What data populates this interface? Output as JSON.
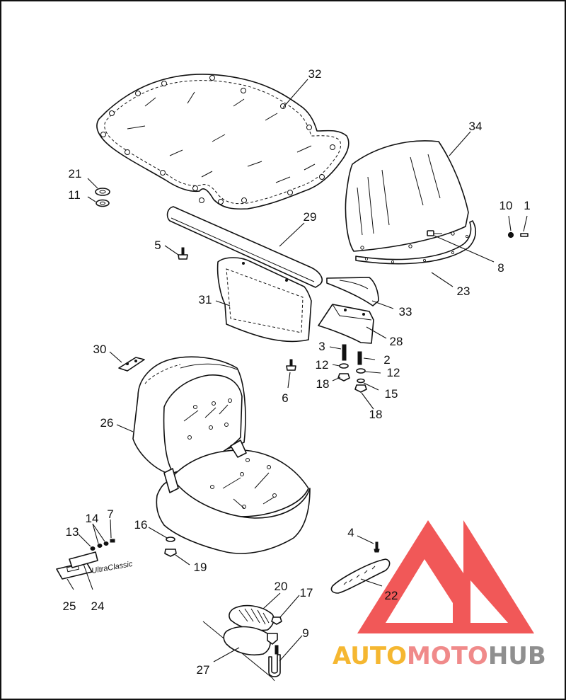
{
  "labels": {
    "p1": "1",
    "p2": "2",
    "p3": "3",
    "p4": "4",
    "p5": "5",
    "p6": "6",
    "p7": "7",
    "p8": "8",
    "p9": "9",
    "p10": "10",
    "p11": "11",
    "p12a": "12",
    "p12b": "12",
    "p13": "13",
    "p14": "14",
    "p15": "15",
    "p16": "16",
    "p17": "17",
    "p18a": "18",
    "p18b": "18",
    "p19": "19",
    "p20": "20",
    "p21": "21",
    "p22": "22",
    "p23": "23",
    "p24": "24",
    "p25": "25",
    "p26": "26",
    "p27": "27",
    "p28": "28",
    "p29": "29",
    "p30": "30",
    "p31": "31",
    "p32": "32",
    "p33": "33",
    "p34": "34"
  },
  "emblem_text": "UltraClassic",
  "watermark": {
    "part1": "AUTO",
    "part2": "MOTO",
    "part3": "HUB",
    "colors": {
      "red": "#ef3b3b",
      "pink": "#f08a8a",
      "yellow": "#f5b731",
      "gray": "#8f8f8f"
    }
  }
}
